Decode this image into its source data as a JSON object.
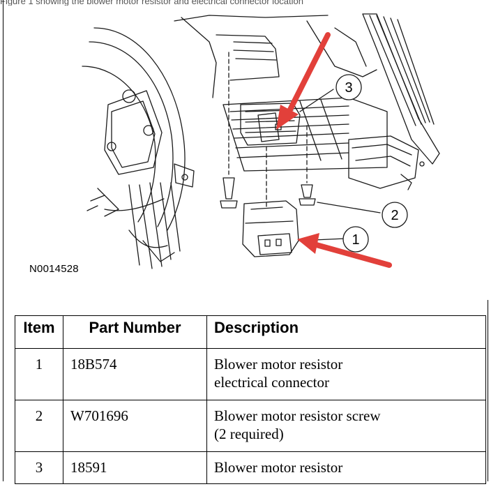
{
  "page": {
    "top_caption": "Figure 1 showing the blower motor resistor and electrical connector location"
  },
  "figure": {
    "id": "N0014528",
    "callouts": [
      "1",
      "2",
      "3"
    ],
    "colors": {
      "arrow": "#e2403a",
      "line": "#1a1a1a"
    }
  },
  "parts_table": {
    "headers": {
      "item": "Item",
      "part_number": "Part Number",
      "description": "Description"
    },
    "rows": [
      {
        "item": "1",
        "part_number": "18B574",
        "description_lines": [
          "Blower motor resistor",
          "electrical connector"
        ]
      },
      {
        "item": "2",
        "part_number": "W701696",
        "description_lines": [
          "Blower motor resistor screw",
          "(2 required)"
        ]
      },
      {
        "item": "3",
        "part_number": "18591",
        "description_lines": [
          "Blower motor resistor"
        ]
      }
    ]
  }
}
